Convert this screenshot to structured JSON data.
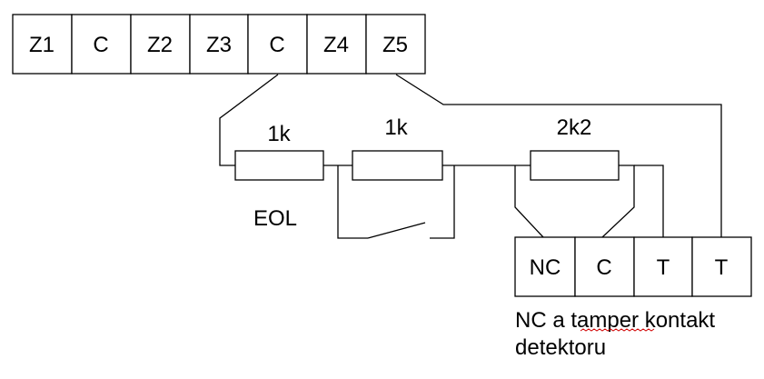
{
  "top_terminals": [
    "Z1",
    "C",
    "Z2",
    "Z3",
    "C",
    "Z4",
    "Z5"
  ],
  "resistors": {
    "r1": "1k",
    "r2": "1k",
    "r3": "2k2"
  },
  "eol_label": "EOL",
  "detector_terminals": [
    "NC",
    "C",
    "T",
    "T"
  ],
  "caption": {
    "line1": "NC a tamper kontakt",
    "line2": "detektoru"
  }
}
